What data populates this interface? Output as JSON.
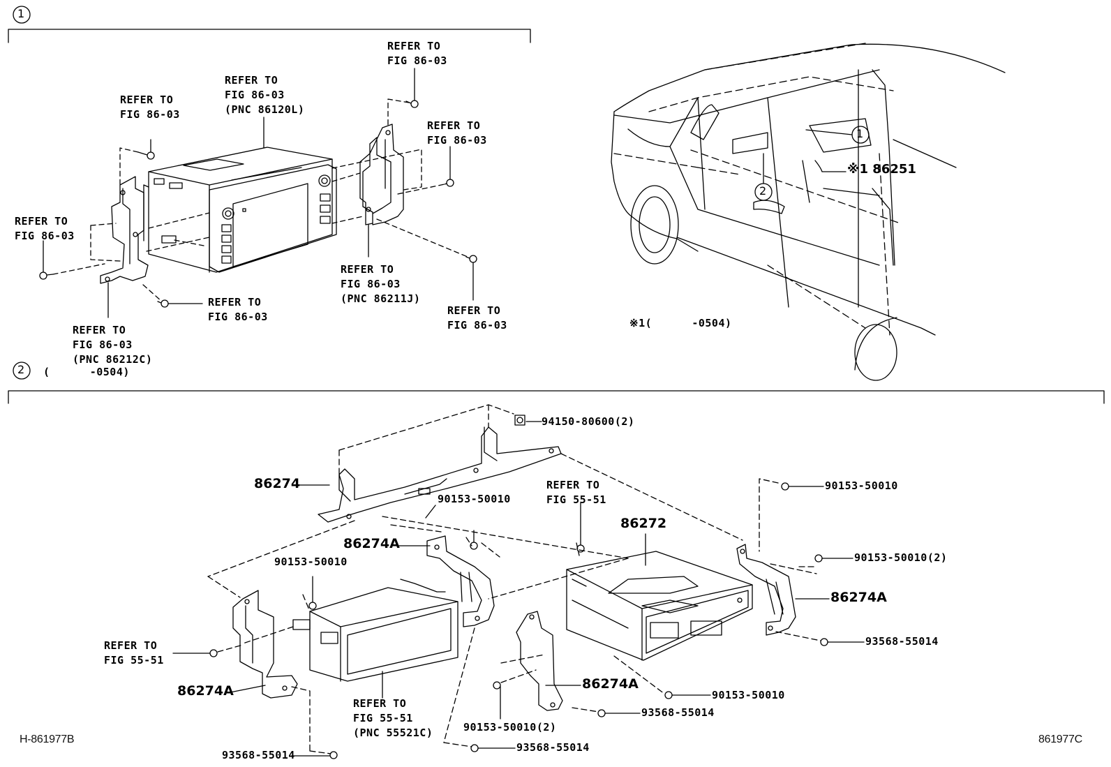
{
  "markers": {
    "one": "1",
    "two": "2"
  },
  "section2": {
    "range": "(      -0504)"
  },
  "car": {
    "callout_1": "1",
    "callout_2": "2",
    "note_label": "※1 86251",
    "note_footer": "※1(      -0504)"
  },
  "section1": {
    "refer_a": "REFER TO\nFIG 86-03",
    "refer_b": "REFER TO\nFIG 86-03\n(PNC 86120L)",
    "refer_c": "REFER TO\nFIG 86-03",
    "refer_d": "REFER TO\nFIG 86-03",
    "refer_e": "REFER TO\nFIG 86-03",
    "refer_f": "REFER TO\nFIG 86-03",
    "refer_g": "REFER TO\nFIG 86-03\n(PNC 86212C)",
    "refer_h": "REFER TO\nFIG 86-03\n(PNC 86211J)",
    "refer_i": "REFER TO\nFIG 86-03"
  },
  "section2_parts": {
    "p94150": "94150-80600(2)",
    "p86274": "86274",
    "p90153_top_mid": "90153-50010",
    "refer_fig55_top": "REFER TO\nFIG 55-51",
    "p86272": "86272",
    "p90153_top_right": "90153-50010",
    "p86274A_upper": "86274A",
    "p90153_left": "90153-50010",
    "p90153_right_2": "90153-50010(2)",
    "p86274A_right": "86274A",
    "refer_fig55_left": "REFER TO\nFIG 55-51",
    "p93568_right": "93568-55014",
    "p86274A_left": "86274A",
    "p86274A_mid": "86274A",
    "p90153_bottom_right": "90153-50010",
    "refer_fig55_bottom": "REFER TO\nFIG 55-51\n(PNC 55521C)",
    "p93568_mid": "93568-55014",
    "p90153_bottom_2": "90153-50010(2)",
    "p93568_bottom_left": "93568-55014",
    "p93568_bottom_mid": "93568-55014"
  },
  "footer": {
    "left_code": "H-861977B",
    "right_code": "861977C"
  }
}
